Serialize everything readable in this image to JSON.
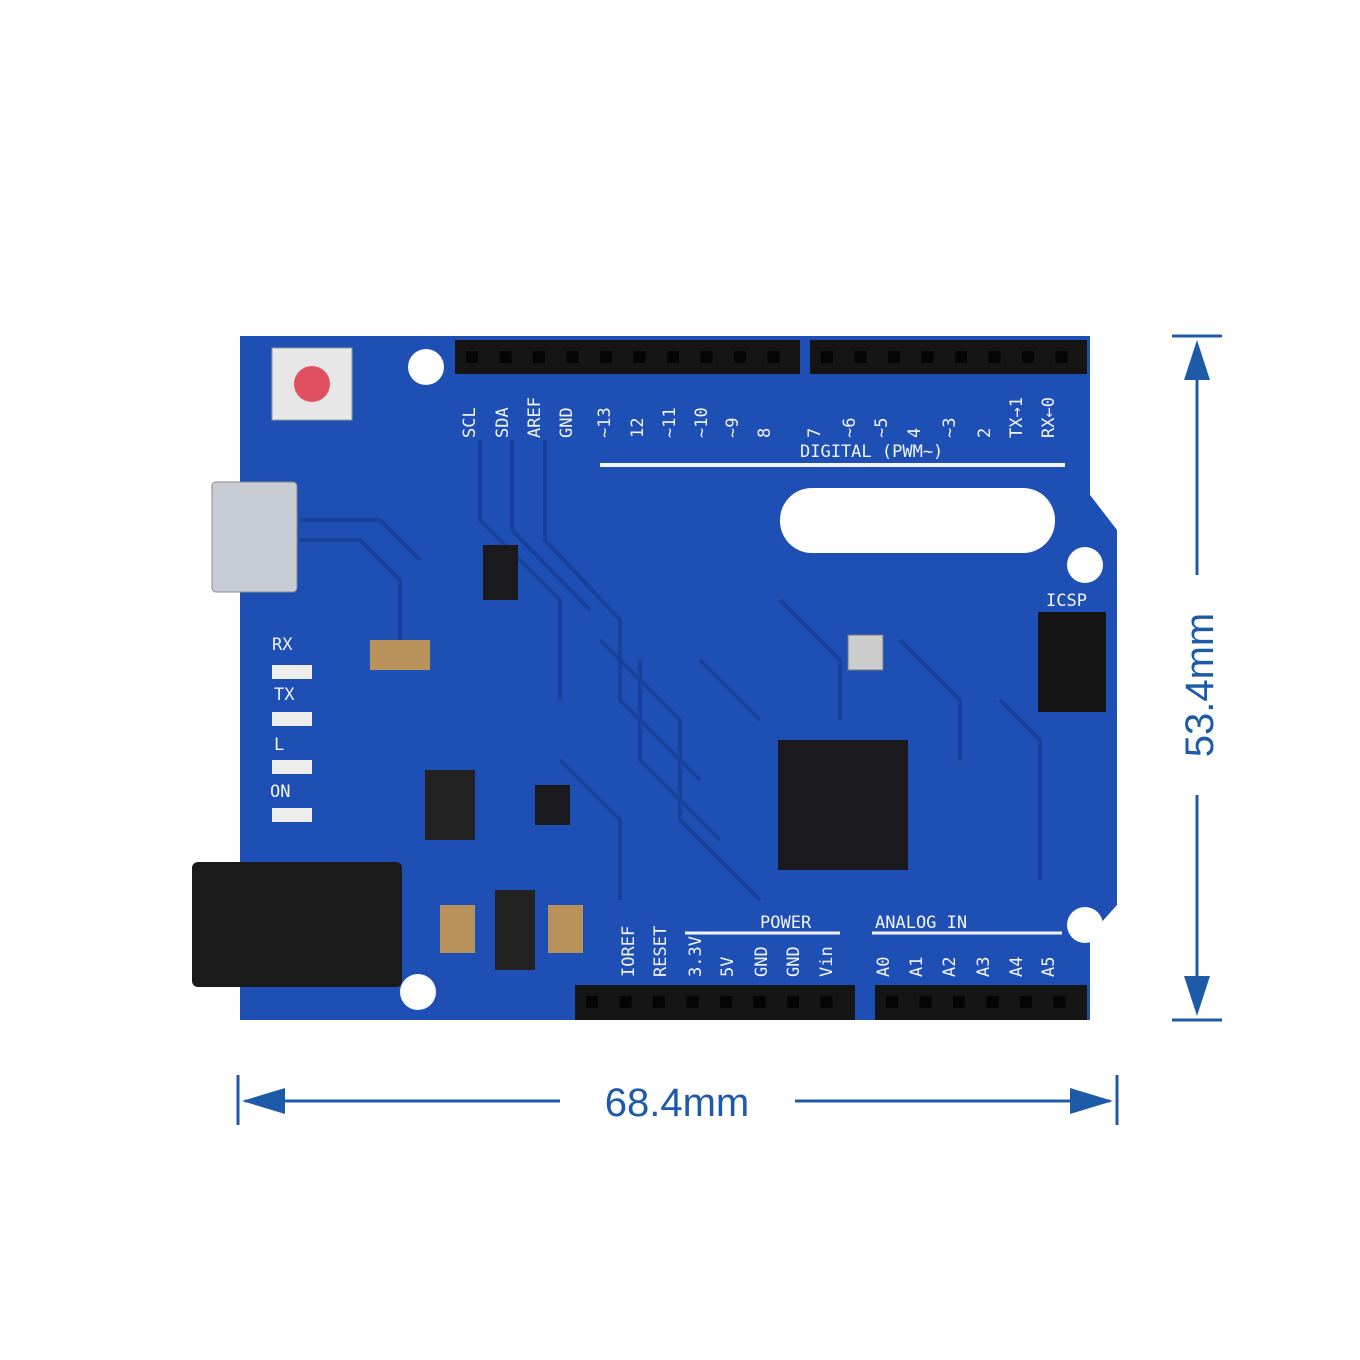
{
  "colors": {
    "board": "#1e4fb4",
    "trace": "#17419a",
    "silk": "#f2f4fa",
    "dimension": "#1d5aa8",
    "header": "#151515"
  },
  "board": {
    "digital_pins": [
      "SCL",
      "SDA",
      "AREF",
      "GND",
      "~13",
      "12",
      "~11",
      "~10",
      "~9",
      "8",
      "7",
      "~6",
      "~5",
      "4",
      "~3",
      "2",
      "TX→1",
      "RX←0"
    ],
    "digital_title": "DIGITAL (PWM~)",
    "power_title": "POWER",
    "analog_title": "ANALOG IN",
    "power_pins": [
      "IOREF",
      "RESET",
      "3.3V",
      "5V",
      "GND",
      "GND",
      "Vin"
    ],
    "analog_pins": [
      "A0",
      "A1",
      "A2",
      "A3",
      "A4",
      "A5"
    ],
    "leds": [
      "RX",
      "TX",
      "L",
      "ON"
    ],
    "icsp_label": "ICSP"
  },
  "dimensions": {
    "height": "53.4mm",
    "width": "68.4mm"
  }
}
